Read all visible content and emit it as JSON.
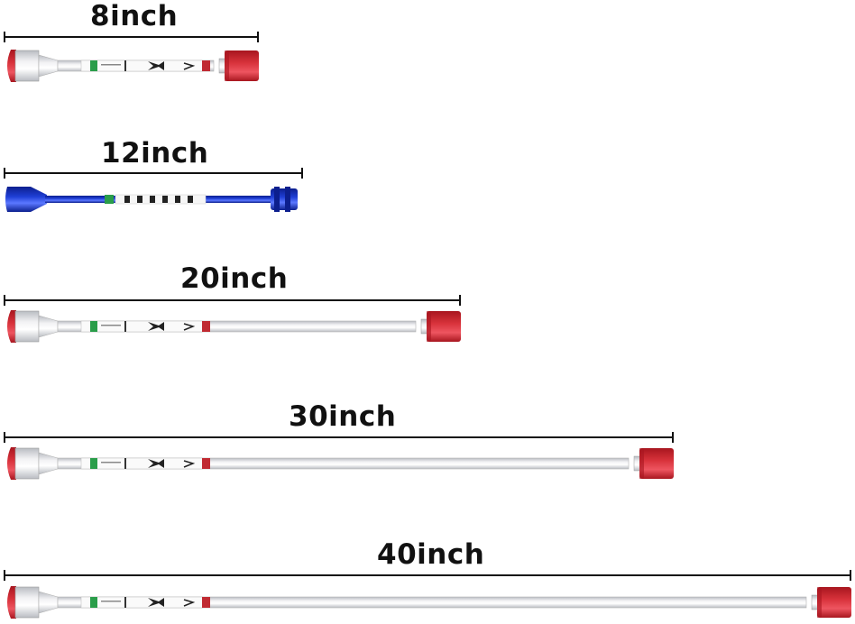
{
  "extensions": [
    {
      "label": "8inch",
      "color": "silver"
    },
    {
      "label": "12inch",
      "color": "blue"
    },
    {
      "label": "20inch",
      "color": "silver"
    },
    {
      "label": "30inch",
      "color": "silver"
    },
    {
      "label": "40inch",
      "color": "silver"
    }
  ],
  "colors": {
    "cap_red": "#d8323b",
    "cap_red_dark": "#a8161f",
    "blue": "#1f3fd6",
    "blue_dark": "#0c1f8e",
    "chrome_light": "#f2f2f4",
    "chrome_dark": "#b9bcc2"
  }
}
